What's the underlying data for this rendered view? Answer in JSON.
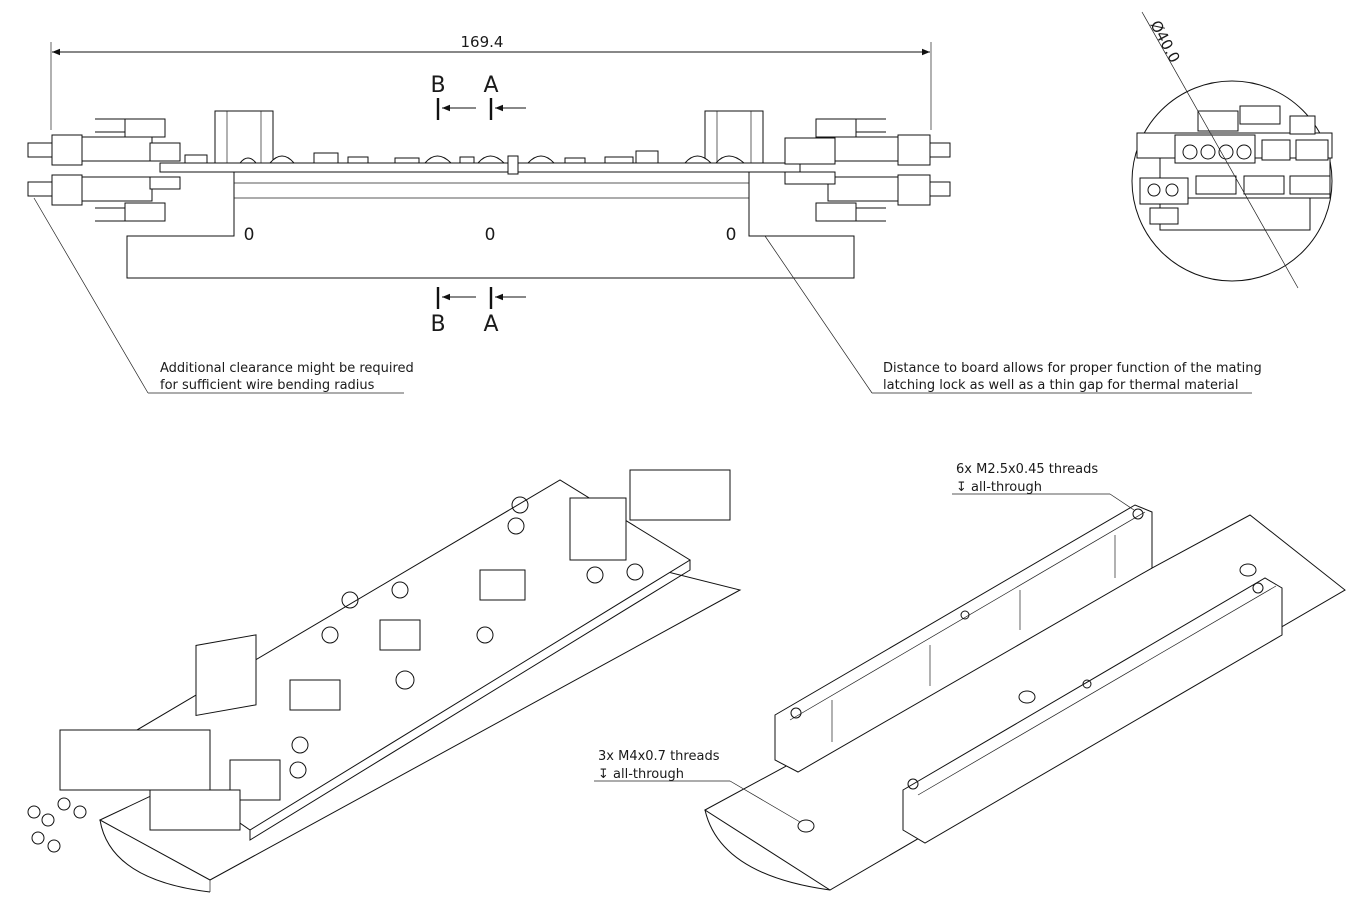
{
  "dimensions": {
    "overall_length": "169.4",
    "detail_diameter": "Ø40.0"
  },
  "section_markers": {
    "a": "A",
    "b": "B"
  },
  "hole_marks": [
    "0",
    "0",
    "0"
  ],
  "notes": {
    "clearance": {
      "line1": "Additional clearance might be required",
      "line2": "for sufficient wire bending radius"
    },
    "board_distance": {
      "line1": "Distance to board allows for proper function of the mating",
      "line2": "latching lock as well as a thin gap for thermal material"
    },
    "threads_small": {
      "line1": "6x M2.5x0.45 threads",
      "line2": "↧ all-through"
    },
    "threads_large": {
      "line1": "3x M4x0.7 threads",
      "line2": "↧ all-through"
    }
  }
}
